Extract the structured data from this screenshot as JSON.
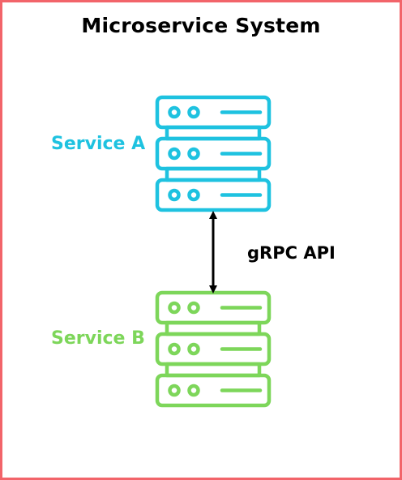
{
  "title": "Microservice System",
  "colors": {
    "border": "#f2646a",
    "service_a": "#1ec2e0",
    "service_b": "#7dd65a",
    "arrow": "#000000"
  },
  "services": [
    {
      "label": "Service A",
      "icon": "server-rack-icon",
      "color": "#1ec2e0"
    },
    {
      "label": "Service B",
      "icon": "server-rack-icon",
      "color": "#7dd65a"
    }
  ],
  "connection": {
    "label": "gRPC API",
    "direction": "bidirectional"
  }
}
